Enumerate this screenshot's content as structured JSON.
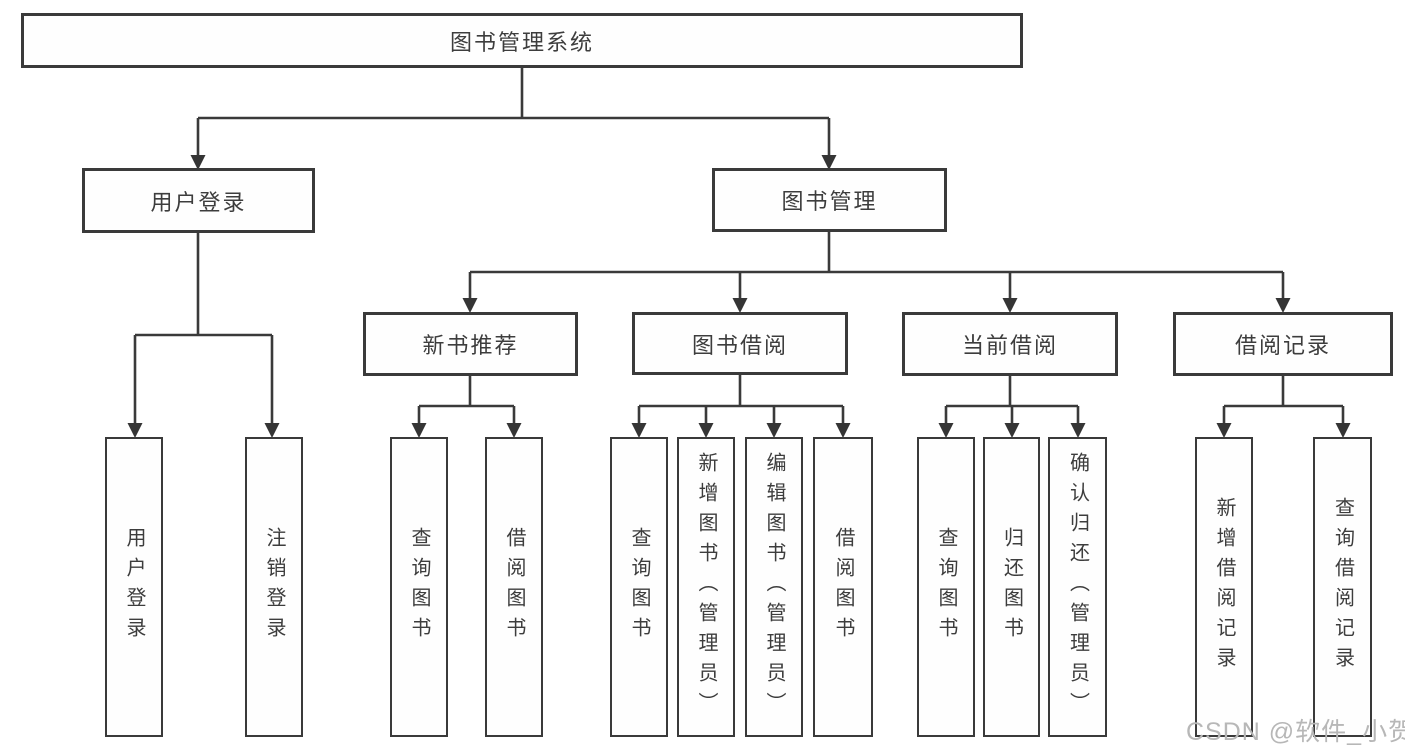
{
  "colors": {
    "line": "#3a3a3a",
    "text": "#3d3d3d",
    "background": "#ffffff",
    "watermark": "#b7b7b7"
  },
  "root": {
    "label": "图书管理系统"
  },
  "level2": [
    {
      "label": "用户登录"
    },
    {
      "label": "图书管理"
    }
  ],
  "level3": [
    {
      "label": "新书推荐"
    },
    {
      "label": "图书借阅"
    },
    {
      "label": "当前借阅"
    },
    {
      "label": "借阅记录"
    }
  ],
  "leaves": {
    "user_login": [
      {
        "label": "用户登录"
      },
      {
        "label": "注销登录"
      }
    ],
    "new_book_recommend": [
      {
        "label": "查询图书"
      },
      {
        "label": "借阅图书"
      }
    ],
    "book_borrow": [
      {
        "label": "查询图书"
      },
      {
        "label": "新增图书（管理员）"
      },
      {
        "label": "编辑图书（管理员）"
      },
      {
        "label": "借阅图书"
      }
    ],
    "current_borrow": [
      {
        "label": "查询图书"
      },
      {
        "label": "归还图书"
      },
      {
        "label": "确认归还（管理员）"
      }
    ],
    "borrow_records": [
      {
        "label": "新增借阅记录"
      },
      {
        "label": "查询借阅记录"
      }
    ]
  },
  "watermark": {
    "text": "CSDN @软件_小贺同学"
  }
}
